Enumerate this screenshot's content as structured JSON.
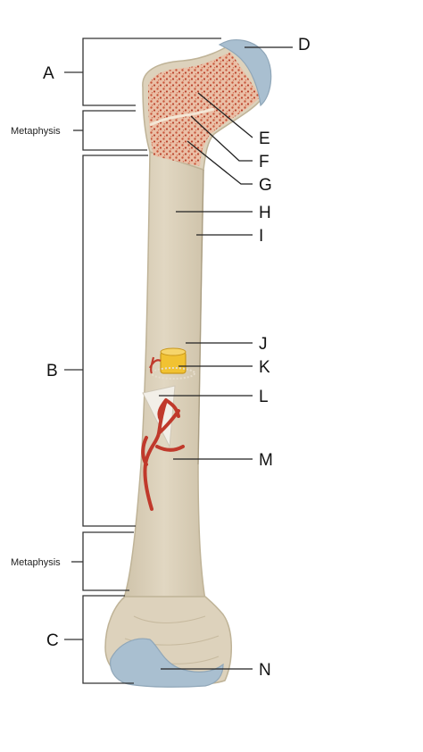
{
  "labels": {
    "A": "A",
    "B": "B",
    "C": "C",
    "D": "D",
    "E": "E",
    "F": "F",
    "G": "G",
    "H": "H",
    "I": "I",
    "J": "J",
    "K": "K",
    "L": "L",
    "M": "M",
    "N": "N",
    "metaphysis_upper": "Metaphysis",
    "metaphysis_lower": "Metaphysis"
  },
  "colors": {
    "shaft": "#dcd1bb",
    "shaft_outline": "#c2b59b",
    "spongy": "#eabfa6",
    "spongy_dots": "#c0462c",
    "cartilage": "#a9bfd0",
    "marrow_plug": "#f1c232",
    "artery": "#c0392b"
  }
}
